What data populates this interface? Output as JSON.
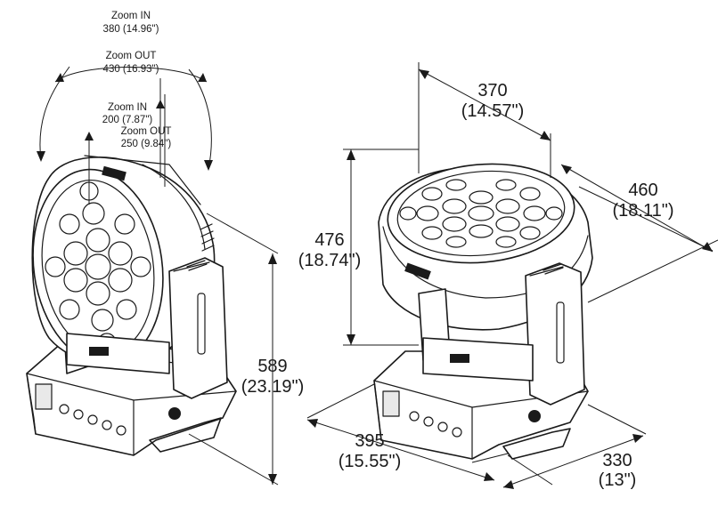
{
  "left_view": {
    "zoom_in_outer": {
      "label": "Zoom IN",
      "value": "380 (14.96\")"
    },
    "zoom_out_outer": {
      "label": "Zoom OUT",
      "value": "430 (16.93\")"
    },
    "zoom_in_inner": {
      "label": "Zoom IN",
      "value": "200 (7.87\")"
    },
    "zoom_out_inner": {
      "label": "Zoom OUT",
      "value": "250 (9.84\")"
    },
    "height": {
      "value": "589",
      "inch": "(23.19\")"
    }
  },
  "right_view": {
    "width_top": {
      "value": "370",
      "inch": "(14.57\")"
    },
    "depth_top": {
      "value": "460",
      "inch": "(18.11\")"
    },
    "head_height": {
      "value": "476",
      "inch": "(18.74\")"
    },
    "base_width": {
      "value": "395",
      "inch": "(15.55\")"
    },
    "base_depth": {
      "value": "330",
      "inch": "(13\")"
    }
  }
}
